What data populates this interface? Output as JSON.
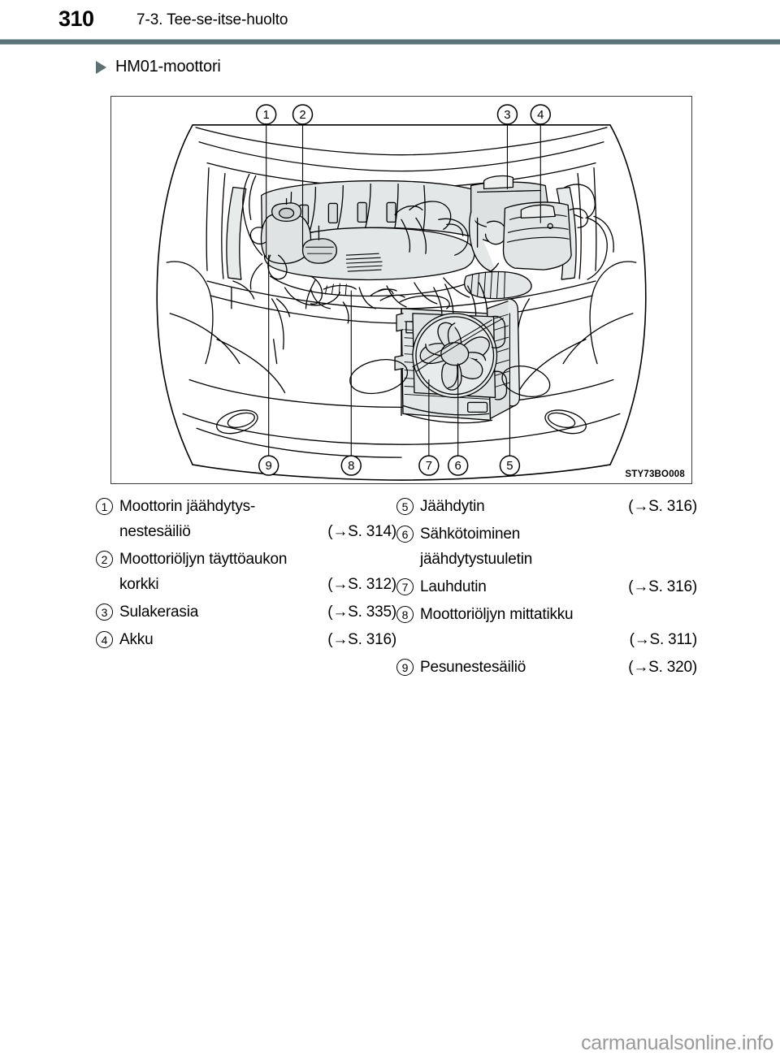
{
  "header": {
    "page_number": "310",
    "section_title": "7-3. Tee-se-itse-huolto"
  },
  "subheading": {
    "bullet_icon": "triangle-right-icon",
    "label": "HM01-moottori"
  },
  "figure": {
    "code": "STY73BO008",
    "alt": "engine-compartment-diagram",
    "callouts_top": [
      "1",
      "2",
      "3",
      "4"
    ],
    "callouts_bottom": [
      "9",
      "8",
      "7",
      "6",
      "5"
    ]
  },
  "legend": {
    "left_column": [
      {
        "number": "1",
        "lines": [
          {
            "text": "Moottorin jäähdytys-",
            "ref": ""
          },
          {
            "text": "nestesäiliö",
            "ref": "(→S. 314)"
          }
        ]
      },
      {
        "number": "2",
        "lines": [
          {
            "text": "Moottoriöljyn täyttöaukon",
            "ref": ""
          },
          {
            "text": "korkki",
            "ref": "(→S. 312)"
          }
        ]
      },
      {
        "number": "3",
        "lines": [
          {
            "text": "Sulakerasia",
            "ref": "(→S. 335)"
          }
        ]
      },
      {
        "number": "4",
        "lines": [
          {
            "text": "Akku",
            "ref": "(→S. 316)"
          }
        ]
      }
    ],
    "right_column": [
      {
        "number": "5",
        "lines": [
          {
            "text": "Jäähdytin",
            "ref": "(→S. 316)"
          }
        ]
      },
      {
        "number": "6",
        "lines": [
          {
            "text": "Sähkötoiminen",
            "ref": ""
          },
          {
            "text": "jäähdytystuuletin",
            "ref": ""
          }
        ]
      },
      {
        "number": "7",
        "lines": [
          {
            "text": "Lauhdutin",
            "ref": "(→S. 316)"
          }
        ]
      },
      {
        "number": "8",
        "lines": [
          {
            "text": "Moottoriöljyn mittatikku",
            "ref": ""
          },
          {
            "text": "",
            "ref": "(→S. 311)"
          }
        ]
      },
      {
        "number": "9",
        "lines": [
          {
            "text": "Pesunestesäiliö",
            "ref": "(→S. 320)"
          }
        ]
      }
    ]
  },
  "watermark": {
    "text": "carmanualsonline.info"
  },
  "colors": {
    "rule": "#5e7377",
    "bullet": "#5c7071",
    "watermark": "#9a9a9a",
    "figure_fill": "#dfe3e3"
  }
}
